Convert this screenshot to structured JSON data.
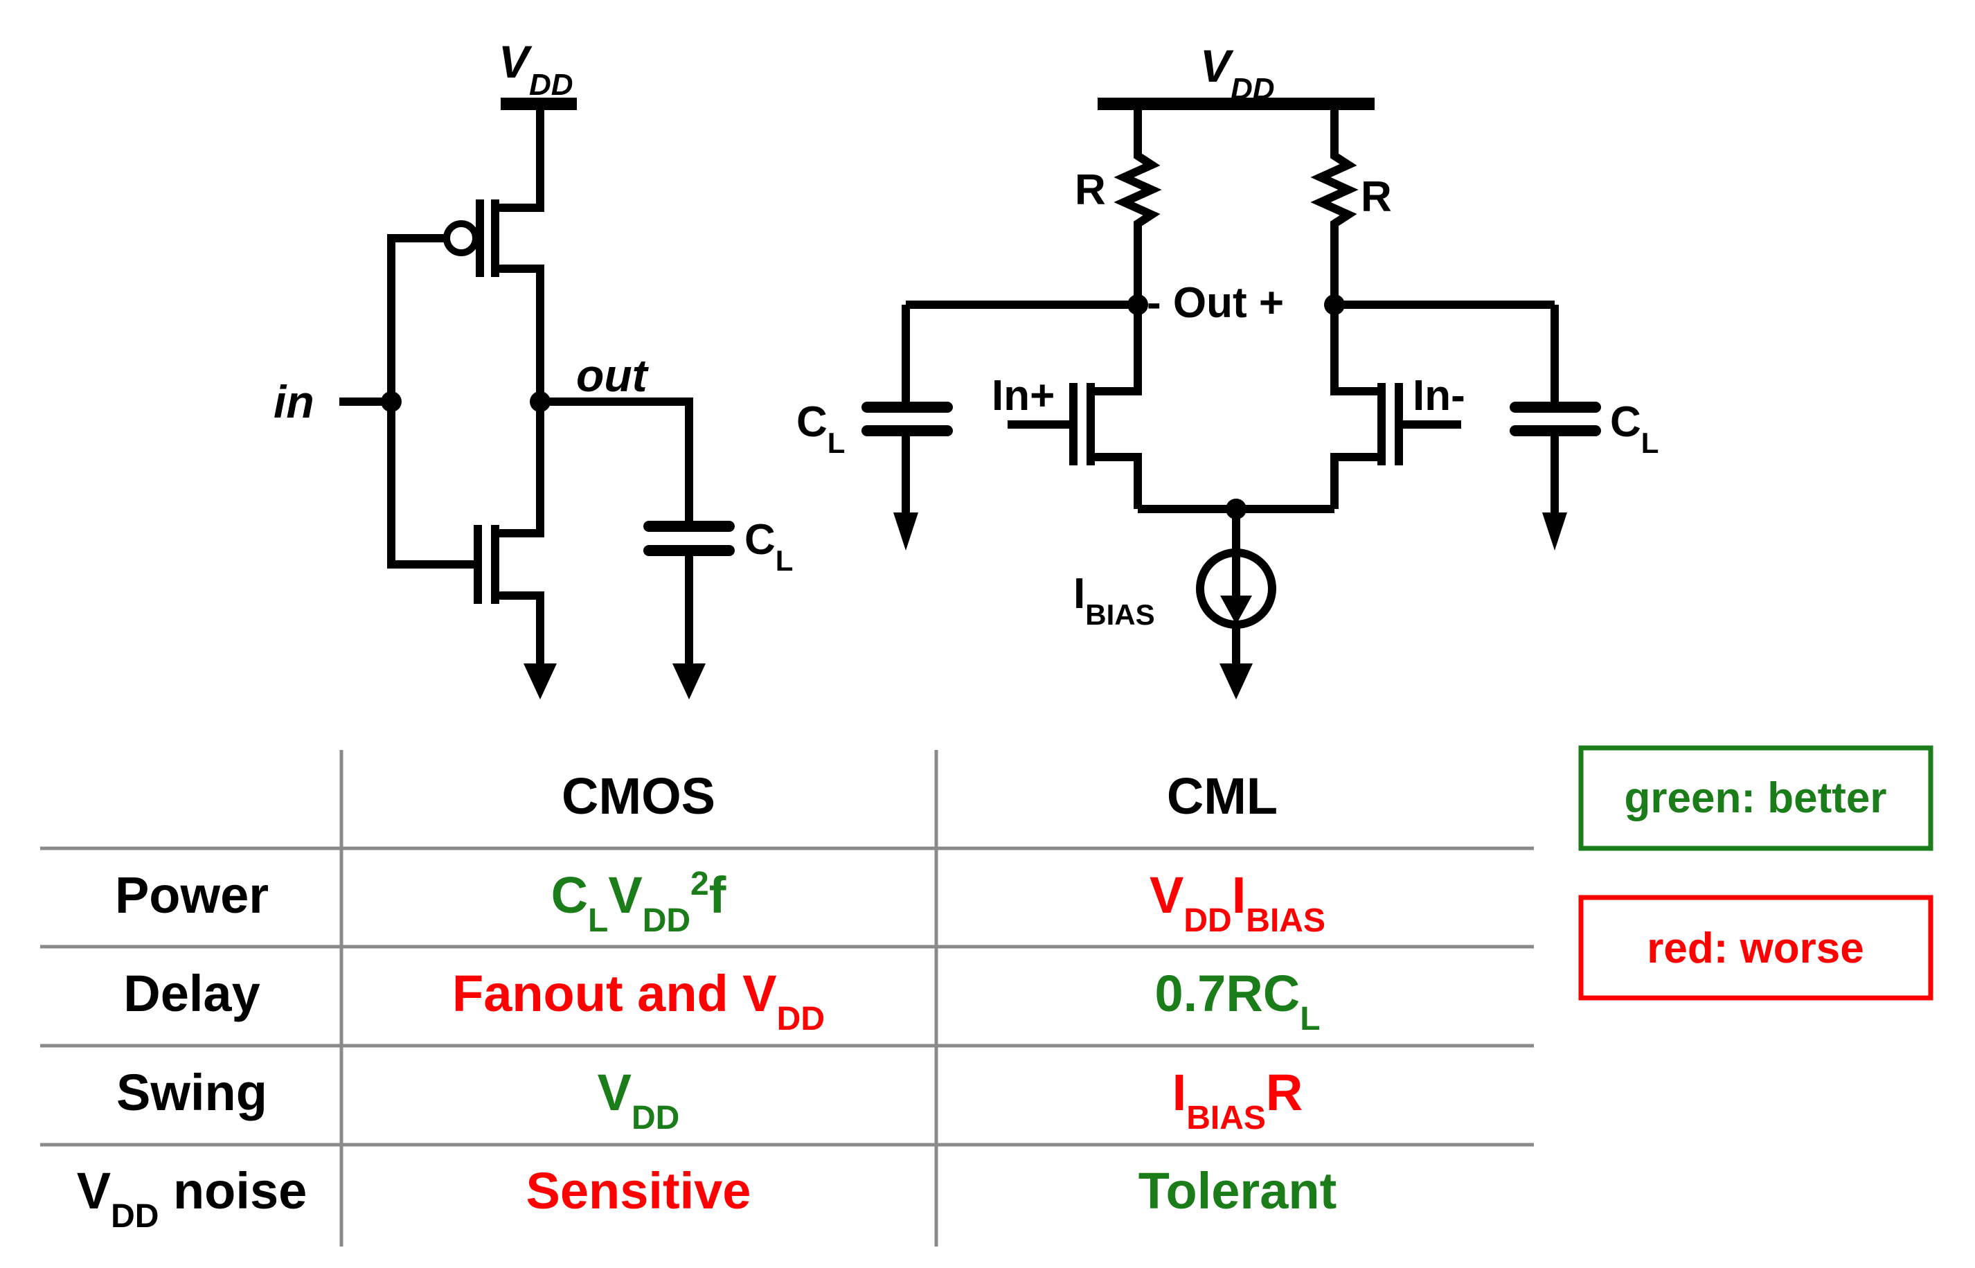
{
  "colors": {
    "better": "#1a7d1a",
    "worse": "#ff0000",
    "ink": "#000000",
    "grid": "#8a8a8a"
  },
  "cmos_circuit": {
    "vdd": {
      "main": "V",
      "sub": "DD"
    },
    "in_label": "in",
    "out_label": "out",
    "cl": {
      "main": "C",
      "sub": "L"
    }
  },
  "cml_circuit": {
    "vdd": {
      "main": "V",
      "sub": "DD"
    },
    "r_left": "R",
    "r_right": "R",
    "out_label": "- Out +",
    "in_plus": "In+",
    "in_minus": "In-",
    "cl_left": {
      "main": "C",
      "sub": "L"
    },
    "cl_right": {
      "main": "C",
      "sub": "L"
    },
    "ibias": {
      "main": "I",
      "sub": "BIAS"
    }
  },
  "table": {
    "header": {
      "col1": "CMOS",
      "col2": "CML"
    },
    "rows": {
      "power": {
        "label": "Power",
        "cmos": {
          "p1": "C",
          "s1": "L",
          "p2": "V",
          "s2": "DD",
          "sup": "2",
          "p3": "f"
        },
        "cml": {
          "p1": "V",
          "s1": "DD",
          "p2": "I",
          "s2": "BIAS"
        }
      },
      "delay": {
        "label": "Delay",
        "cmos": {
          "p1": "Fanout and V",
          "s1": "DD"
        },
        "cml": {
          "p1": "0.7RC",
          "s1": "L"
        }
      },
      "swing": {
        "label": "Swing",
        "cmos": {
          "p1": "V",
          "s1": "DD"
        },
        "cml": {
          "p1": "I",
          "s1": "BIAS",
          "p2": "R"
        }
      },
      "noise": {
        "label_main": "V",
        "label_sub": "DD",
        "label_rest": " noise",
        "cmos": "Sensitive",
        "cml": "Tolerant"
      }
    }
  },
  "legend": {
    "better": "green: better",
    "worse": "red: worse"
  }
}
